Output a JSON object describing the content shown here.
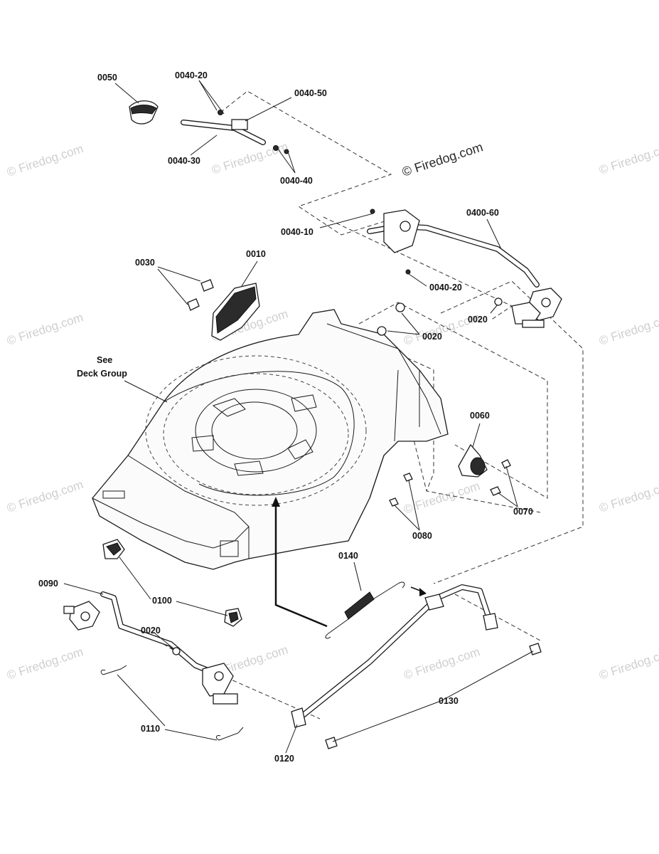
{
  "watermark": {
    "text": "© Firedog.com"
  },
  "labels": {
    "p0050": "0050",
    "p0040_20_top": "0040-20",
    "p0040_50": "0040-50",
    "p0040_30": "0040-30",
    "p0040_40": "0040-40",
    "p0040_10": "0040-10",
    "p0400_60": "0400-60",
    "p0040_20_mid": "0040-20",
    "p0030": "0030",
    "p0010": "0010",
    "p0020_right": "0020",
    "p0020_center": "0020",
    "see_deck_1": "See",
    "see_deck_2": "Deck Group",
    "p0060": "0060",
    "p0070": "0070",
    "p0080": "0080",
    "p0140": "0140",
    "p0090": "0090",
    "p0100": "0100",
    "p0020_left": "0020",
    "p0110": "0110",
    "p0130": "0130",
    "p0120": "0120"
  }
}
